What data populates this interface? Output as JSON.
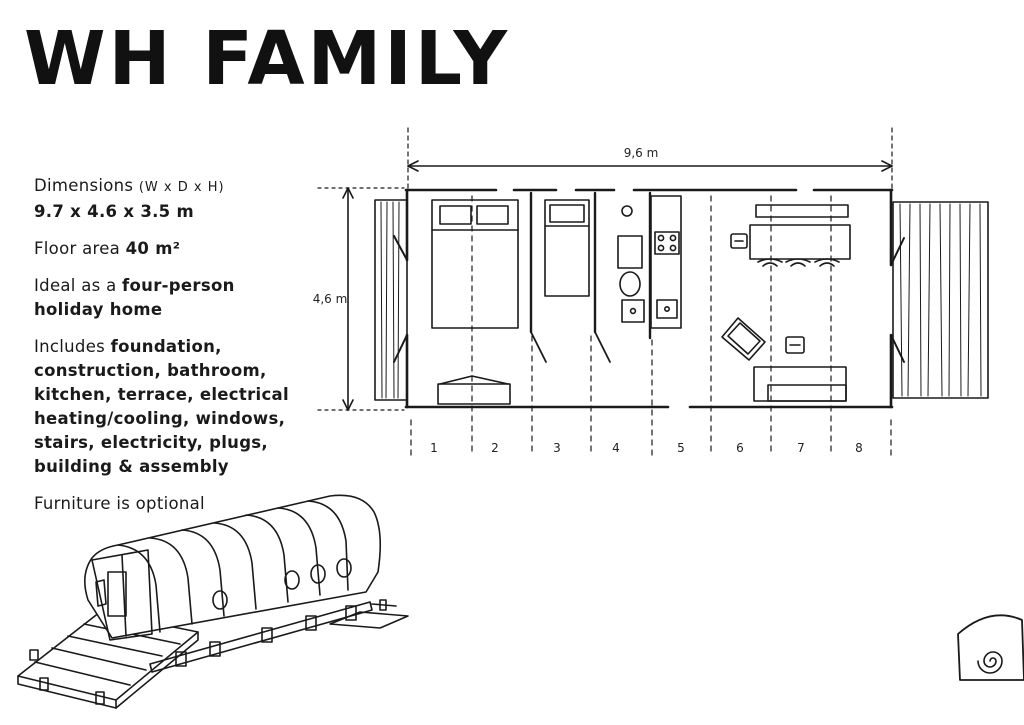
{
  "title": "WH FAMILY",
  "specs": {
    "dimensions_label": "Dimensions",
    "dimensions_axes": "(W x D x H)",
    "dimensions_value": "9.7 x 4.6 x 3.5 m",
    "floor_area_label": "Floor area",
    "floor_area_value": "40 m²",
    "ideal_prefix": "Ideal as a",
    "ideal_value_line1": "four-person",
    "ideal_value_line2": "holiday home",
    "includes_label": "Includes",
    "includes_lines": [
      "foundation,",
      "construction, bathroom,",
      "kitchen, terrace, electrical",
      "heating/cooling, windows,",
      "stairs, electricity, plugs,",
      "building & assembly"
    ],
    "furniture_note": "Furniture is optional"
  },
  "plan": {
    "width_label": "9,6 m",
    "depth_label": "4,6 m",
    "module_numbers": [
      "1",
      "2",
      "3",
      "4",
      "5",
      "6",
      "7",
      "8"
    ]
  }
}
